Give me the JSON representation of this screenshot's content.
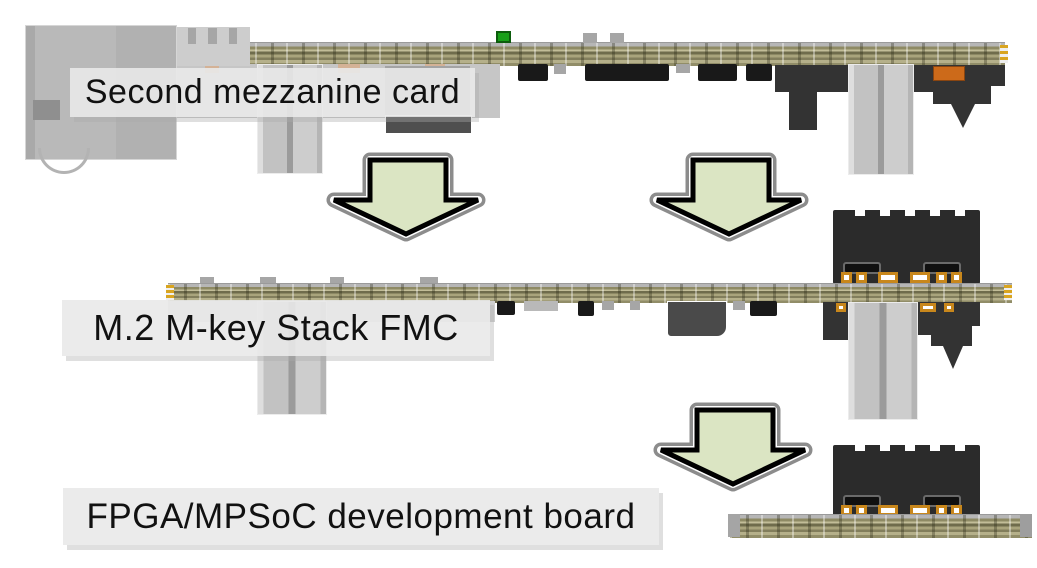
{
  "diagram": {
    "type": "hardware-stack-assembly",
    "labels": {
      "top_board": "Second mezzanine card",
      "middle_board": "M.2 M-key Stack FMC",
      "bottom_board": "FPGA/MPSoC development board"
    },
    "icons": {
      "down_arrow": {
        "name": "down-arrow-icon",
        "count": 3,
        "meaning": "board stacks onto the board below"
      }
    },
    "colors": {
      "background": "#ffffff",
      "label_bg": "#e9e9e9",
      "label_text": "#111111",
      "arrow_fill": "#dbe5c3",
      "arrow_outline": "#000000",
      "arrow_halo": "#8c8c8c",
      "pcb_body": "#9e9a74",
      "connector_dark": "#333333",
      "ic_black": "#191919",
      "standoff_gray": "#c2c2c2",
      "led_green": "#18a018",
      "component_orange": "#cc6a1a",
      "gold_pad": "#c8871c"
    }
  }
}
